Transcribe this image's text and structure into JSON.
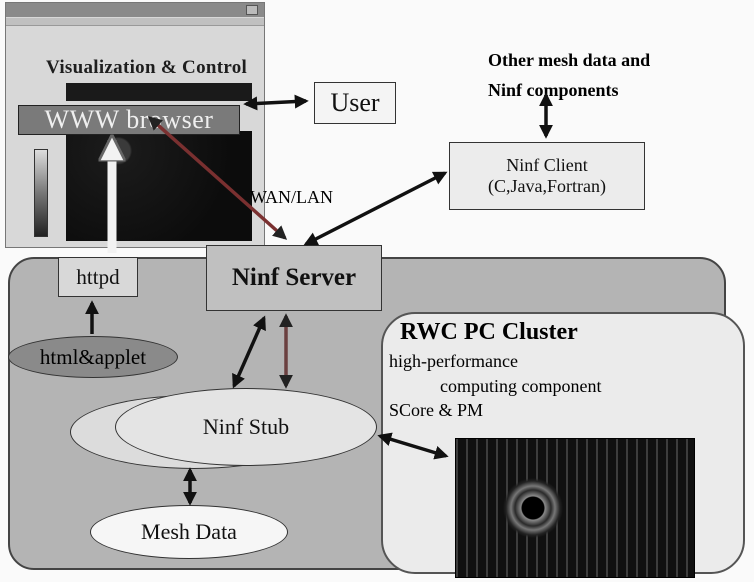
{
  "browser_window": {
    "heading": "Visualization & Control",
    "browser_label": "WWW browser"
  },
  "user": {
    "label": "User"
  },
  "other_components": {
    "line1": "Other mesh data and",
    "line2": "Ninf components"
  },
  "ninf_client": {
    "line1": "Ninf Client",
    "line2": "(C,Java,Fortran)"
  },
  "network_label": "WAN/LAN",
  "httpd": {
    "label": "httpd"
  },
  "ninf_server": {
    "label": "Ninf Server"
  },
  "html_applet": {
    "label": "html&applet"
  },
  "ninf_stub": {
    "label": "Ninf Stub"
  },
  "mesh_data": {
    "label": "Mesh Data"
  },
  "cluster": {
    "title": "RWC PC Cluster",
    "line1": "high-performance",
    "line2": "computing component",
    "line3": "SCore & PM"
  },
  "colors": {
    "arrow": "#111111",
    "browser_arrow": "#7a3030",
    "stub_arrow": "#6b4040",
    "host_region": "#b4b4b4",
    "ellipse": "#e0e0e0",
    "html_applet_fill": "#8a8a8a",
    "sim_background": "#101010"
  },
  "icons": [
    "double-arrow",
    "upload-arrow",
    "vortex-flow-visualization"
  ]
}
